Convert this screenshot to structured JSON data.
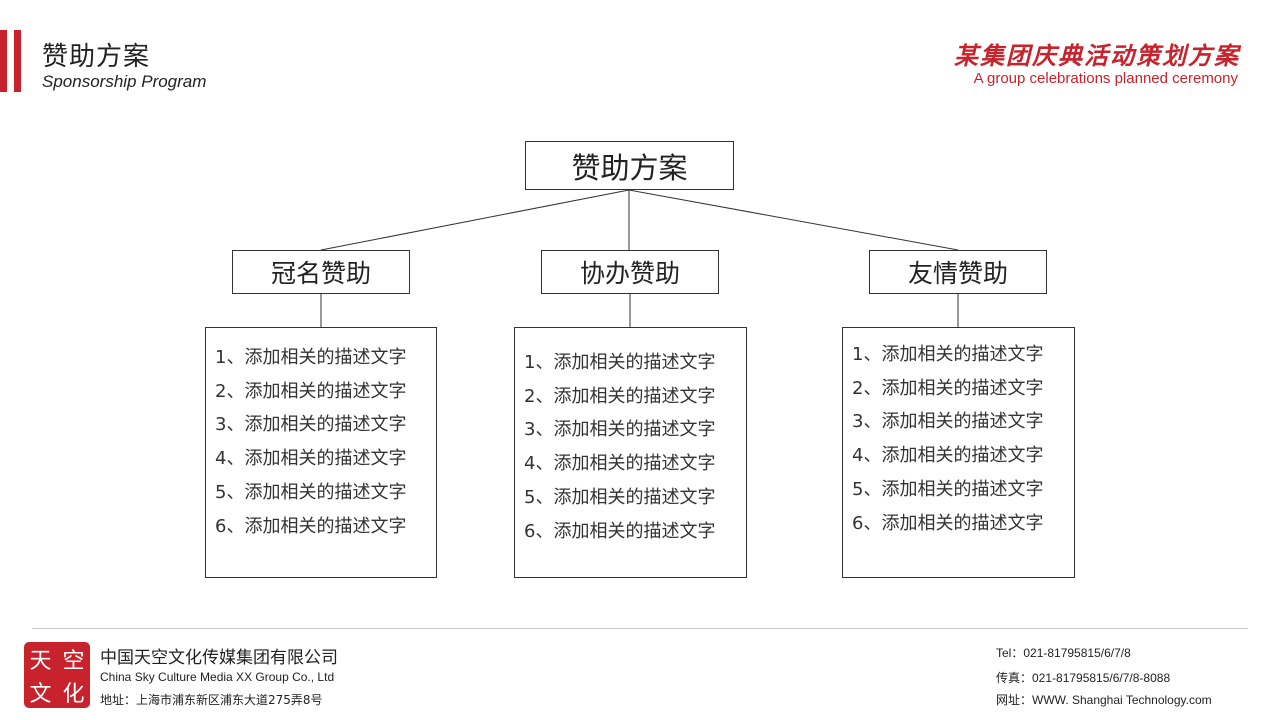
{
  "header": {
    "title_cn": "赞助方案",
    "title_en": "Sponsorship Program",
    "brand_cn": "某集团庆典活动策划方案",
    "brand_en": "A group celebrations planned ceremony",
    "accent_color": "#c8232c"
  },
  "diagram": {
    "root": "赞助方案",
    "branches": [
      {
        "label": "冠名赞助",
        "items": [
          "1、添加相关的描述文字",
          "2、添加相关的描述文字",
          "3、添加相关的描述文字",
          "4、添加相关的描述文字",
          "5、添加相关的描述文字",
          "6、添加相关的描述文字"
        ]
      },
      {
        "label": "协办赞助",
        "items": [
          "1、添加相关的描述文字",
          "2、添加相关的描述文字",
          "3、添加相关的描述文字",
          "4、添加相关的描述文字",
          "5、添加相关的描述文字",
          "6、添加相关的描述文字"
        ]
      },
      {
        "label": "友情赞助",
        "items": [
          "1、添加相关的描述文字",
          "2、添加相关的描述文字",
          "3、添加相关的描述文字",
          "4、添加相关的描述文字",
          "5、添加相关的描述文字",
          "6、添加相关的描述文字"
        ]
      }
    ]
  },
  "footer": {
    "logo_chars": [
      "天",
      "空",
      "文",
      "化"
    ],
    "company_cn": "中国天空文化传媒集团有限公司",
    "company_en": "China Sky Culture Media XX Group Co., Ltd",
    "address": "地址：上海市浦东新区浦东大道275弄8号",
    "tel": "Tel：021-81795815/6/7/8",
    "fax": "传真：021-81795815/6/7/8-8088",
    "web": "网址：WWW. Shanghai Technology.com"
  }
}
